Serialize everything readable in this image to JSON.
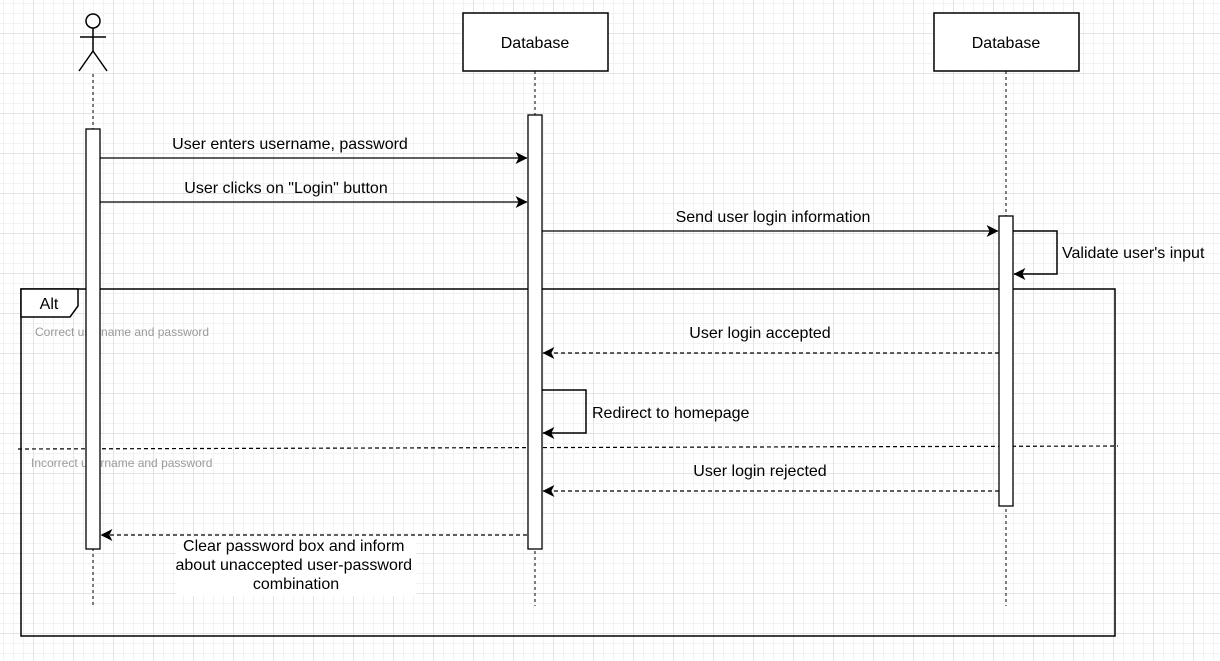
{
  "participants": {
    "actor": "",
    "p1": "Database",
    "p2": "Database"
  },
  "messages": {
    "m1": "User enters username, password",
    "m2": "User clicks on \"Login\" button",
    "m3": "Send user login information",
    "m4": "Validate user's input",
    "m5": "User login accepted",
    "m6": "Redirect to homepage",
    "m7": "User login rejected",
    "m8_line1": "Clear password box and inform",
    "m8_line2": "about unaccepted user-password",
    "m8_line3": "combination"
  },
  "alt": {
    "label": "Alt",
    "guard1": "Correct username and password",
    "guard2": "Incorrect username and password"
  },
  "colors": {
    "stroke": "#000000",
    "guard": "#9a9a9a",
    "grid": "#e4e4e4"
  }
}
